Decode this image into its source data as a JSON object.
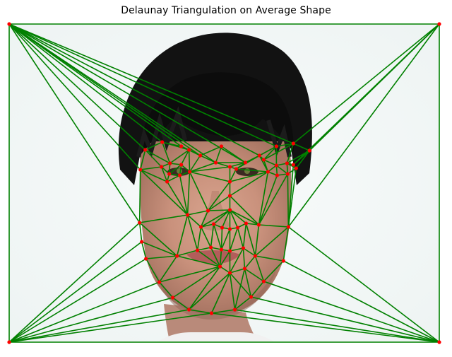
{
  "figure": {
    "title": "Delaunay Triangulation on Average Shape"
  },
  "colors": {
    "edge": "#008000",
    "landmark": "#ff0000",
    "background": "#f6fafa"
  },
  "points": [
    [
      0,
      0
    ],
    [
      61,
      0
    ],
    [
      61,
      45
    ],
    [
      0,
      45
    ],
    [
      19.3,
      17.8
    ],
    [
      21.7,
      16.7
    ],
    [
      24.4,
      17.3
    ],
    [
      27.1,
      18.6
    ],
    [
      29.3,
      19.6
    ],
    [
      33.5,
      19.6
    ],
    [
      35.5,
      18.6
    ],
    [
      37.9,
      17.3
    ],
    [
      40.3,
      16.9
    ],
    [
      42.6,
      17.9
    ],
    [
      31.3,
      20.2
    ],
    [
      31.3,
      22.3
    ],
    [
      31.3,
      24.3
    ],
    [
      31.3,
      26.3
    ],
    [
      29.0,
      28.3
    ],
    [
      30.2,
      28.8
    ],
    [
      31.3,
      29.0
    ],
    [
      32.4,
      28.8
    ],
    [
      33.6,
      28.2
    ],
    [
      21.6,
      20.2
    ],
    [
      22.8,
      19.7
    ],
    [
      24.4,
      19.9
    ],
    [
      25.6,
      20.9
    ],
    [
      24.2,
      21.4
    ],
    [
      22.7,
      21.2
    ],
    [
      36.7,
      20.9
    ],
    [
      37.9,
      20.0
    ],
    [
      39.4,
      19.7
    ],
    [
      40.7,
      20.4
    ],
    [
      39.5,
      21.2
    ],
    [
      38.0,
      21.4
    ],
    [
      18.6,
      20.6
    ],
    [
      18.5,
      28.1
    ],
    [
      18.8,
      30.8
    ],
    [
      19.4,
      33.2
    ],
    [
      21.3,
      36.5
    ],
    [
      23.2,
      38.7
    ],
    [
      25.5,
      40.4
    ],
    [
      28.7,
      40.9
    ],
    [
      32.0,
      40.4
    ],
    [
      34.3,
      38.6
    ],
    [
      36.1,
      36.4
    ],
    [
      38.9,
      33.5
    ],
    [
      39.6,
      28.7
    ],
    [
      40.3,
      19.9
    ],
    [
      23.8,
      32.8
    ],
    [
      26.7,
      32.0
    ],
    [
      28.6,
      31.6
    ],
    [
      30.1,
      31.9
    ],
    [
      31.3,
      32.1
    ],
    [
      33.2,
      31.7
    ],
    [
      34.9,
      32.8
    ],
    [
      29.9,
      34.3
    ],
    [
      31.3,
      35.2
    ],
    [
      33.4,
      34.6
    ],
    [
      25.3,
      27.0
    ],
    [
      27.2,
      28.7
    ],
    [
      35.4,
      28.4
    ],
    [
      28.2,
      26.4
    ],
    [
      32.2,
      20.5
    ],
    [
      36.1,
      19.2
    ],
    [
      22.4,
      22.3
    ],
    [
      25.5,
      17.8
    ],
    [
      30.1,
      17.3
    ]
  ],
  "triangles": [
    [
      0,
      1,
      12
    ],
    [
      0,
      12,
      11
    ],
    [
      0,
      11,
      10
    ],
    [
      0,
      10,
      9
    ],
    [
      0,
      9,
      8
    ],
    [
      0,
      8,
      7
    ],
    [
      0,
      7,
      6
    ],
    [
      0,
      6,
      5
    ],
    [
      0,
      5,
      4
    ],
    [
      0,
      4,
      35
    ],
    [
      0,
      35,
      36
    ],
    [
      1,
      12,
      13
    ],
    [
      1,
      13,
      48
    ],
    [
      1,
      48,
      47
    ],
    [
      1,
      47,
      2
    ],
    [
      47,
      46,
      2
    ],
    [
      46,
      45,
      2
    ],
    [
      45,
      44,
      2
    ],
    [
      44,
      43,
      2
    ],
    [
      43,
      42,
      2
    ],
    [
      3,
      42,
      41
    ],
    [
      3,
      41,
      40
    ],
    [
      3,
      40,
      39
    ],
    [
      3,
      39,
      38
    ],
    [
      3,
      38,
      37
    ],
    [
      3,
      37,
      36
    ],
    [
      0,
      3,
      36
    ],
    [
      2,
      3,
      42
    ],
    [
      4,
      5,
      24
    ],
    [
      4,
      24,
      23
    ],
    [
      4,
      23,
      35
    ],
    [
      5,
      6,
      66
    ],
    [
      5,
      66,
      24
    ],
    [
      6,
      7,
      66
    ],
    [
      7,
      8,
      67
    ],
    [
      8,
      9,
      67
    ],
    [
      9,
      10,
      63
    ],
    [
      10,
      11,
      64
    ],
    [
      11,
      12,
      64
    ],
    [
      12,
      13,
      31
    ],
    [
      13,
      48,
      31
    ],
    [
      13,
      31,
      32
    ],
    [
      48,
      32,
      47
    ],
    [
      23,
      24,
      28
    ],
    [
      23,
      28,
      65
    ],
    [
      23,
      65,
      35
    ],
    [
      24,
      25,
      28
    ],
    [
      24,
      66,
      25
    ],
    [
      25,
      26,
      27
    ],
    [
      25,
      27,
      28
    ],
    [
      28,
      27,
      65
    ],
    [
      26,
      27,
      59
    ],
    [
      27,
      65,
      59
    ],
    [
      29,
      30,
      34
    ],
    [
      29,
      34,
      61
    ],
    [
      30,
      31,
      33
    ],
    [
      30,
      33,
      34
    ],
    [
      31,
      32,
      33
    ],
    [
      33,
      32,
      47
    ],
    [
      33,
      47,
      61
    ],
    [
      34,
      33,
      61
    ],
    [
      7,
      66,
      26
    ],
    [
      8,
      14,
      26
    ],
    [
      8,
      9,
      14
    ],
    [
      9,
      14,
      63
    ],
    [
      10,
      63,
      29
    ],
    [
      10,
      29,
      64
    ],
    [
      64,
      29,
      30
    ],
    [
      11,
      64,
      30
    ],
    [
      14,
      15,
      26
    ],
    [
      14,
      15,
      63
    ],
    [
      15,
      63,
      29
    ],
    [
      15,
      16,
      62
    ],
    [
      15,
      16,
      29
    ],
    [
      26,
      15,
      62
    ],
    [
      26,
      59,
      62
    ],
    [
      16,
      29,
      61
    ],
    [
      16,
      17,
      62
    ],
    [
      16,
      17,
      61
    ],
    [
      17,
      18,
      60
    ],
    [
      17,
      60,
      62
    ],
    [
      17,
      18,
      19
    ],
    [
      17,
      19,
      20
    ],
    [
      17,
      20,
      21
    ],
    [
      17,
      21,
      22
    ],
    [
      17,
      22,
      61
    ],
    [
      35,
      36,
      59
    ],
    [
      35,
      65,
      59
    ],
    [
      36,
      37,
      49
    ],
    [
      36,
      49,
      59
    ],
    [
      37,
      38,
      49
    ],
    [
      38,
      39,
      49
    ],
    [
      39,
      40,
      56
    ],
    [
      40,
      41,
      56
    ],
    [
      41,
      42,
      57
    ],
    [
      42,
      43,
      57
    ],
    [
      43,
      44,
      58
    ],
    [
      44,
      45,
      58
    ],
    [
      45,
      46,
      55
    ],
    [
      46,
      47,
      55
    ],
    [
      47,
      61,
      55
    ],
    [
      49,
      50,
      59
    ],
    [
      50,
      51,
      60
    ],
    [
      51,
      52,
      18
    ],
    [
      52,
      53,
      20
    ],
    [
      53,
      54,
      21
    ],
    [
      54,
      55,
      22
    ],
    [
      55,
      61,
      22
    ],
    [
      50,
      59,
      60
    ],
    [
      51,
      18,
      60
    ],
    [
      52,
      18,
      19
    ],
    [
      52,
      19,
      20
    ],
    [
      53,
      20,
      21
    ],
    [
      54,
      21,
      22
    ],
    [
      49,
      56,
      50
    ],
    [
      56,
      50,
      51
    ],
    [
      56,
      51,
      52
    ],
    [
      56,
      52,
      53
    ],
    [
      56,
      53,
      57
    ],
    [
      57,
      53,
      54
    ],
    [
      57,
      54,
      58
    ],
    [
      58,
      54,
      55
    ],
    [
      39,
      49,
      56
    ],
    [
      41,
      56,
      57
    ],
    [
      44,
      57,
      58
    ],
    [
      45,
      58,
      55
    ],
    [
      60,
      62,
      59
    ]
  ]
}
